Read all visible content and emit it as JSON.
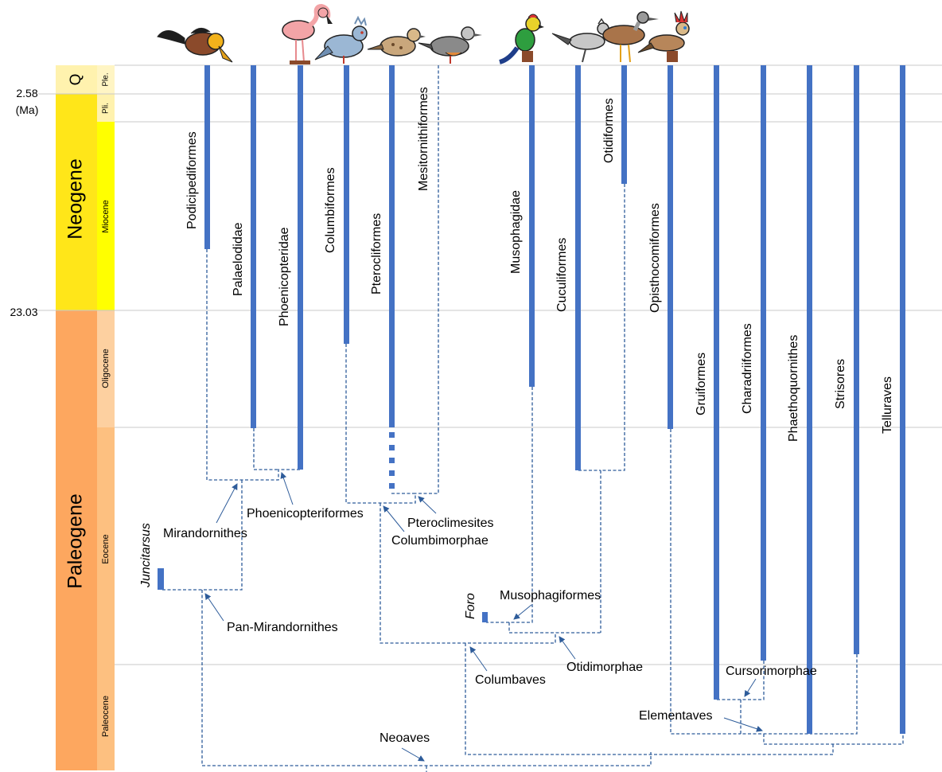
{
  "time_scale": {
    "unit": "(Ma)",
    "ticks": [
      "2.58",
      "23.03"
    ],
    "periods": [
      {
        "key": "q",
        "label": "Q",
        "color": "#FFF2AE"
      },
      {
        "key": "neogene",
        "label": "Neogene",
        "color": "#FFE619"
      },
      {
        "key": "paleogene",
        "label": "Paleogene",
        "color": "#FDA75F"
      }
    ],
    "epochs": [
      {
        "key": "ple",
        "label": "Ple.",
        "color": "#FFF2AE"
      },
      {
        "key": "pli",
        "label": "Pli.",
        "color": "#FFF2AE"
      },
      {
        "key": "miocene",
        "label": "Miocene",
        "color": "#FFFF00"
      },
      {
        "key": "oligocene",
        "label": "Oligocene",
        "color": "#FDC07A"
      },
      {
        "key": "eocene",
        "label": "Eocene",
        "color": "#FDB46C"
      },
      {
        "key": "paleocene",
        "label": "Paleocene",
        "color": "#FDB46C"
      }
    ]
  },
  "taxa": {
    "podicipediformes": "Podicipediformes",
    "palaelodidae": "Palaelodidae",
    "phoenicopteridae": "Phoenicopteridae",
    "columbiformes": "Columbiformes",
    "pterocliformes": "Pterocliformes",
    "mesitornithiformes": "Mesitornithiformes",
    "musophagidae": "Musophagidae",
    "cuculiformes": "Cuculiformes",
    "otidiformes": "Otidiformes",
    "opisthocomiformes": "Opisthocomiformes",
    "gruiformes": "Gruiformes",
    "charadriiformes": "Charadriiformes",
    "phaethoquornithes": "Phaethoquornithes",
    "strisores": "Strisores",
    "telluraves": "Telluraves",
    "juncitarsus": "Juncitarsus",
    "foro": "Foro"
  },
  "clades": {
    "mirandornithes": "Mirandornithes",
    "phoenicopteriformes": "Phoenicopteriformes",
    "pteroclimesites": "Pteroclimesites",
    "columbimorphae": "Columbimorphae",
    "pan_mirandornithes": "Pan-Mirandornithes",
    "musophagiformes": "Musophagiformes",
    "otidimorphae": "Otidimorphae",
    "columbaves": "Columbaves",
    "cursorimorphae": "Cursorimorphae",
    "elementaves": "Elementaves",
    "neoaves": "Neoaves"
  },
  "colors": {
    "lineage_bar": "#4472C4",
    "tree_line": "#2E5C9A",
    "gridline": "#C8C8C8"
  },
  "icons": [
    "grebe-icon",
    "flamingo-icon",
    "pigeon-icon",
    "sandgrouse-icon",
    "mesite-icon",
    "turaco-icon",
    "roadrunner-icon",
    "bustard-icon",
    "hoatzin-icon"
  ]
}
